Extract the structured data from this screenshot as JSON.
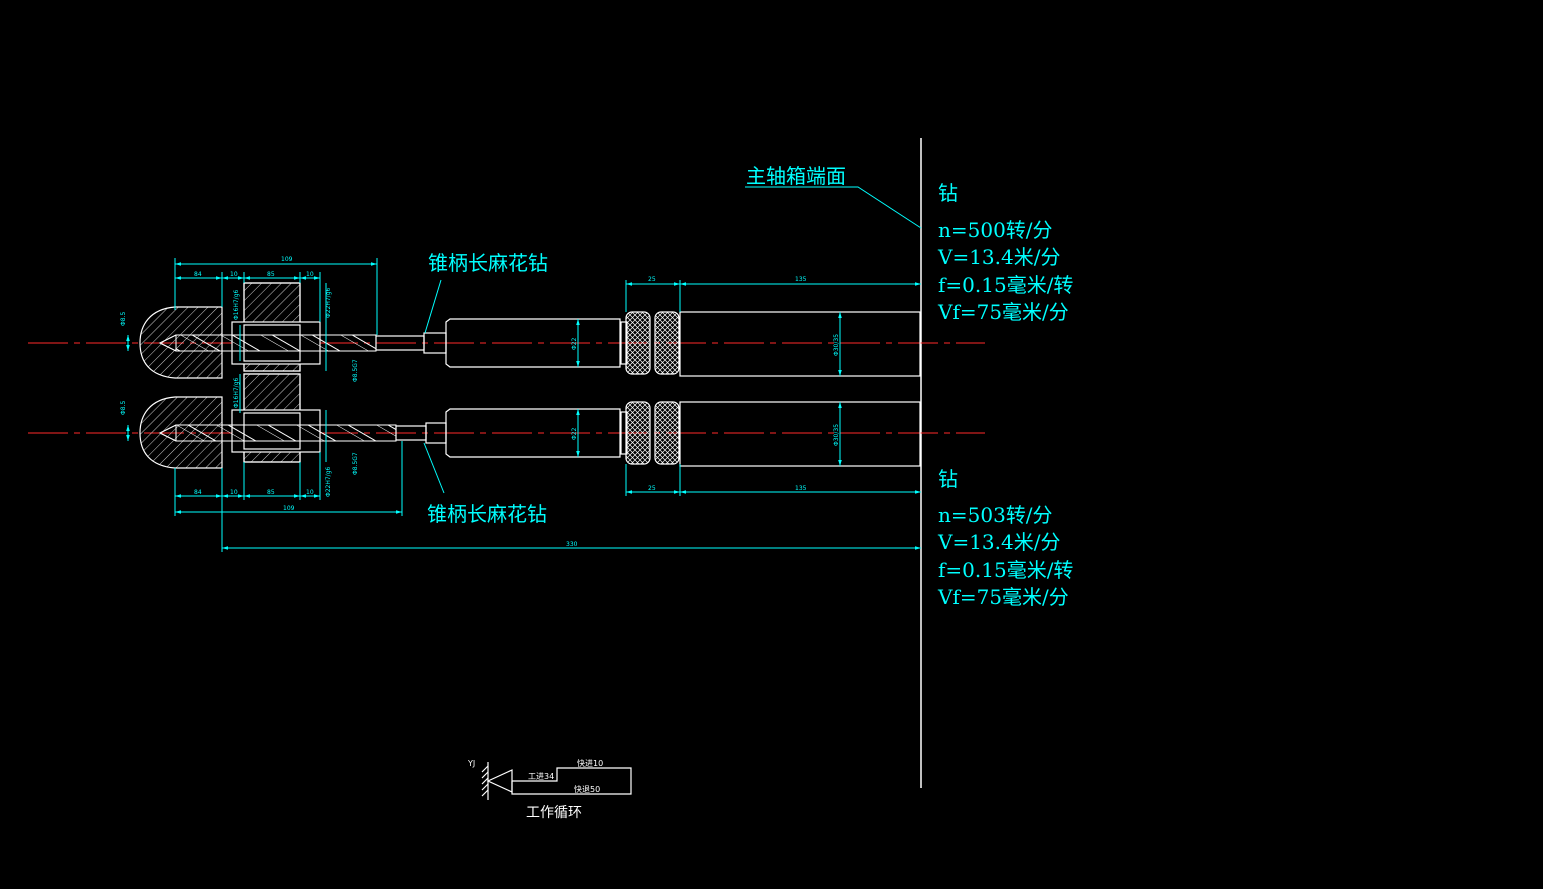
{
  "colors": {
    "background": "#000000",
    "annotation": "#00ffff",
    "geometry": "#ffffff",
    "centerline": "#ff2a2a"
  },
  "labels": {
    "spindle_face": "主轴箱端面",
    "drill_top": "锥柄长麻花钻",
    "drill_bottom": "锥柄长麻花钻",
    "cycle_caption": "工作循环"
  },
  "params_top": {
    "op": "钻",
    "n": "n=500转/分",
    "v": "V=13.4米/分",
    "f": "f=0.15毫米/转",
    "vf": "Vf=75毫米/分"
  },
  "params_bottom": {
    "op": "钻",
    "n": "n=503转/分",
    "v": "V=13.4米/分",
    "f": "f=0.15毫米/转",
    "vf": "Vf=75毫米/分"
  },
  "dims": {
    "top_overall": "109",
    "top_seg1": "84",
    "top_seg2": "10",
    "top_seg3": "85",
    "top_seg4": "10",
    "top_holder": "25",
    "top_spindle": "135",
    "bottom_overall": "109",
    "bottom_seg1": "84",
    "bottom_seg2": "10",
    "bottom_seg3": "85",
    "bottom_seg4": "10",
    "bottom_holder": "25",
    "bottom_spindle": "135",
    "total": "330",
    "dia_left_top": "Φ8.5",
    "dia_left_bottom": "Φ8.5",
    "fit_top_1": "Φ16H7/g6",
    "fit_top_2": "Φ22H7/g6",
    "fit_top_3": "Φ8.5G7",
    "fit_bot_1": "Φ16H7/g6",
    "fit_bot_2": "Φ22H7/g6",
    "fit_bot_3": "Φ8.5G7",
    "shank_top": "Φ22",
    "shank_bottom": "Φ22",
    "spindle_dia_top": "Φ30/35",
    "spindle_dia_bottom": "Φ30/35"
  },
  "cycle": {
    "marker": "YJ",
    "work_feed": "工进34",
    "rapid_fwd": "快进10",
    "rapid_back": "快退50"
  }
}
